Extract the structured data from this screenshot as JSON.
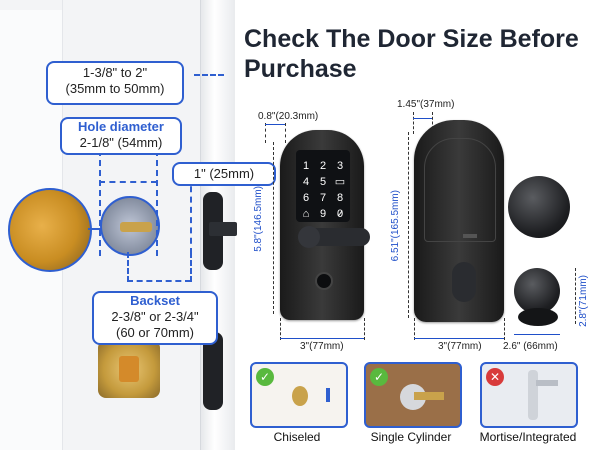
{
  "headline": "Check The Door Size Before Purchase",
  "left_specs": {
    "thickness": {
      "line1": "1-3/8\" to 2\"",
      "line2": "(35mm to 50mm)"
    },
    "hole": {
      "title": "Hole diameter",
      "value": "2-1/8\" (54mm)"
    },
    "latch": {
      "value": "1\" (25mm)"
    },
    "backset": {
      "title": "Backset",
      "line1": "2-3/8\" or 2-3/4\"",
      "line2": "(60 or 70mm)"
    }
  },
  "front_lock": {
    "width_top": "0.8\"(20.3mm)",
    "height": "5.8\"(146.5mm)",
    "width_bottom": "3\"(77mm)",
    "keys": [
      "1",
      "2",
      "3",
      "4",
      "5",
      "6",
      "7",
      "8",
      "9",
      "0"
    ],
    "key_icons": [
      "card-icon",
      "lock-icon",
      "check-icon"
    ]
  },
  "back_lock": {
    "width_top": "1.45\"(37mm)",
    "height": "6.51\"(165.5mm)",
    "width_bottom": "3\"(77mm)"
  },
  "knob": {
    "height": "2.8\"(71mm)",
    "width": "2.6\" (66mm)"
  },
  "types": [
    {
      "label": "Chiseled",
      "status": "ok"
    },
    {
      "label": "Single Cylinder",
      "status": "ok"
    },
    {
      "label": "Mortise/Integrated",
      "status": "no"
    }
  ],
  "colors": {
    "accent": "#2f5fd0",
    "ok": "#59b93e",
    "no": "#d83b3b",
    "lock": "#1a1a1a"
  }
}
